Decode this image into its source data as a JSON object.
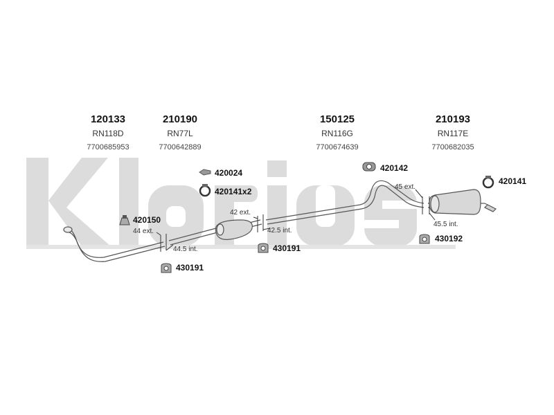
{
  "watermark": {
    "text": "Klarius",
    "color": "#d9d9d9"
  },
  "sections": [
    {
      "part_no": "120133",
      "code": "RN118D",
      "oe": "7700685953"
    },
    {
      "part_no": "210190",
      "code": "RN77L",
      "oe": "7700642889"
    },
    {
      "part_no": "150125",
      "code": "RN116G",
      "oe": "7700674639"
    },
    {
      "part_no": "210193",
      "code": "RN117E",
      "oe": "7700682035"
    }
  ],
  "fittings": {
    "f420024": "420024",
    "f420141x2": "420141x2",
    "f420150": "420150",
    "f430191_a": "430191",
    "f430191_b": "430191",
    "f420142": "420142",
    "f420141": "420141",
    "f430192": "430192"
  },
  "dimensions": {
    "d44ext": "44 ext.",
    "d44_5int": "44.5 int.",
    "d42ext": "42 ext.",
    "d42_5int": "42.5 int.",
    "d45ext": "45 ext.",
    "d45_5int": "45.5 int."
  }
}
